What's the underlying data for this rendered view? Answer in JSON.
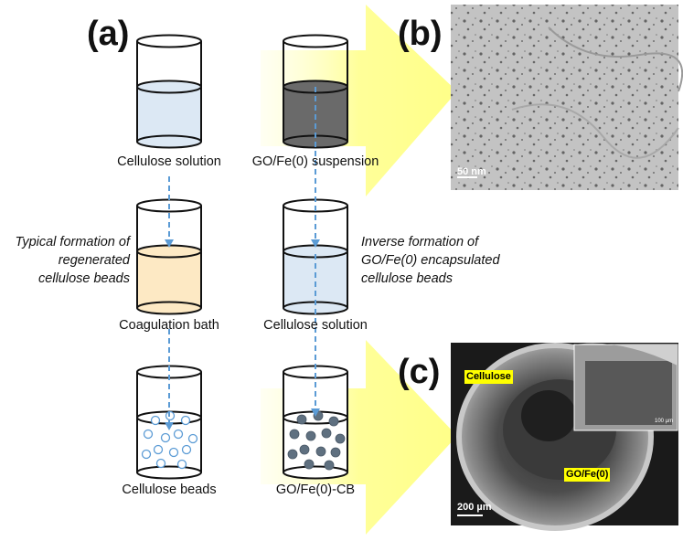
{
  "panels": {
    "a": "(a)",
    "b": "(b)",
    "c": "(c)"
  },
  "captions": {
    "left_top": "Cellulose solution",
    "left_mid": "Coagulation bath",
    "left_bot": "Cellulose beads",
    "right_top": "GO/Fe(0) suspension",
    "right_mid": "Cellulose solution",
    "right_bot": "GO/Fe(0)-CB"
  },
  "notes": {
    "left": [
      "Typical formation of",
      "regenerated",
      "cellulose beads"
    ],
    "right": [
      "Inverse formation of",
      "GO/Fe(0) encapsulated",
      "cellulose beads"
    ]
  },
  "micrographs": {
    "b": {
      "scale_label": "50 nm"
    },
    "c": {
      "scale_label": "200 µm",
      "tag_cellulose": "Cellulose",
      "tag_gofe": "GO/Fe(0)",
      "inset_scale": "100 µm"
    }
  },
  "colors": {
    "cellulose_solution": "#dce8f4",
    "suspension": "#6a6a6a",
    "coagulation_bath": "#fde9c4",
    "arrow": "#ffff99",
    "dashed_arrow": "#5b9bd5",
    "bead_hollow": "#5b9bd5",
    "bead_filled": "#5f7080",
    "tag": "#ffff00"
  }
}
